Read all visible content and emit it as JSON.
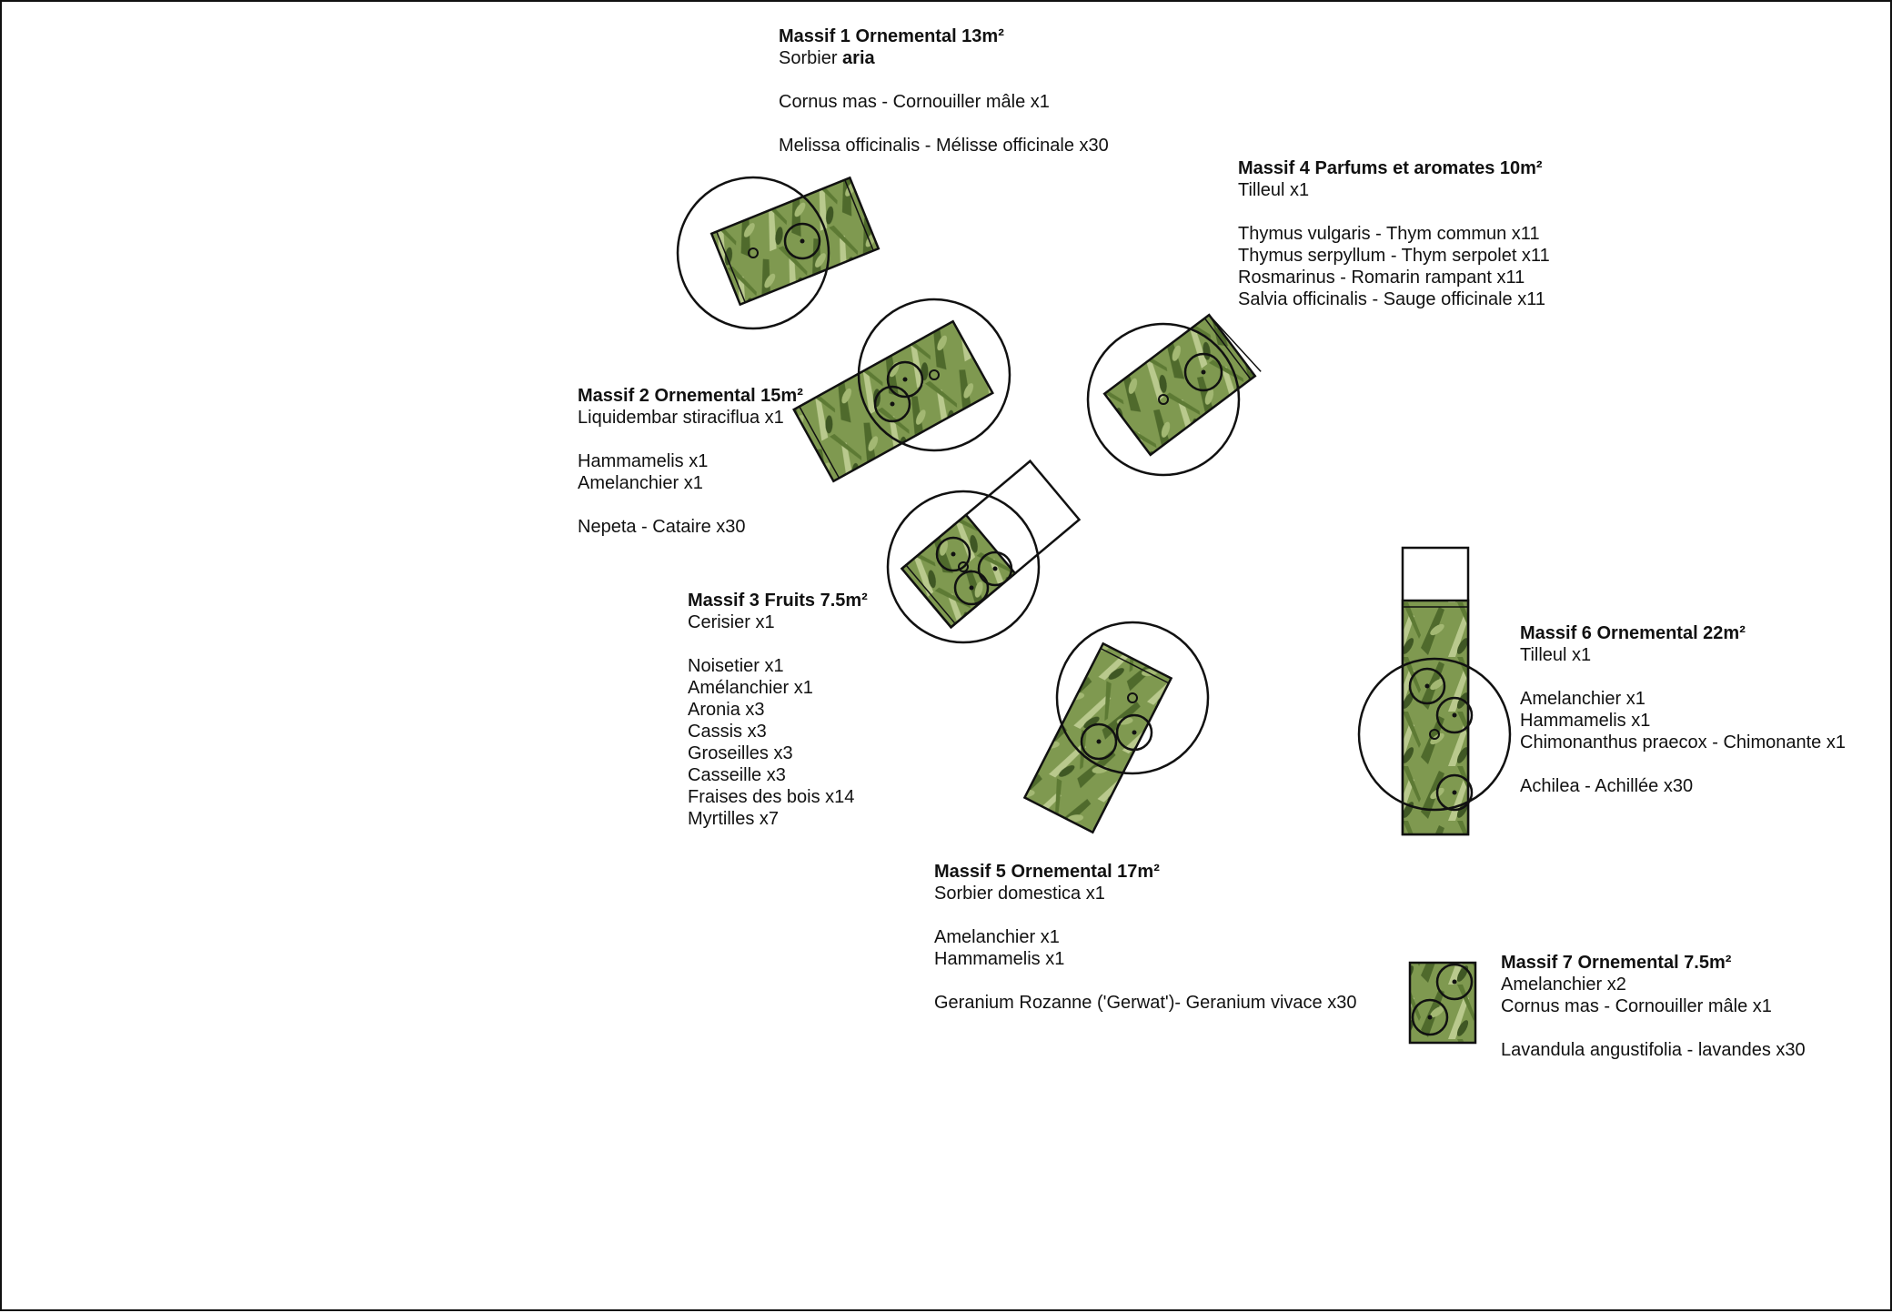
{
  "colors": {
    "background": "#ffffff",
    "line": "#111111",
    "foliage_dark": "#4f6a2c",
    "foliage_mid": "#7f9950",
    "foliage_light": "#b9c98d"
  },
  "massifs": [
    {
      "id": "m1",
      "title": "Massif 1 Ornemental 13m²",
      "tree": {
        "prefix": "Sorbier",
        "bold": "aria"
      },
      "lines": [
        "",
        "Cornus mas -  Cornouiller mâle x1",
        "",
        "Melissa officinalis - Mélisse officinale x30"
      ]
    },
    {
      "id": "m2",
      "title": "Massif 2 Ornemental 15m²",
      "lines": [
        "Liquidembar stiraciflua x1",
        "",
        "Hammamelis x1",
        "Amelanchier x1",
        "",
        "Nepeta - Cataire x30"
      ]
    },
    {
      "id": "m3",
      "title": "Massif 3 Fruits 7.5m²",
      "lines": [
        "Cerisier x1",
        "",
        "Noisetier x1",
        "Amélanchier x1",
        "Aronia x3",
        "Cassis x3",
        "Groseilles x3",
        "Casseille x3",
        "Fraises des bois x14",
        "Myrtilles x7"
      ]
    },
    {
      "id": "m4",
      "title": "Massif 4 Parfums et aromates 10m²",
      "lines": [
        "Tilleul x1",
        "",
        "Thymus vulgaris - Thym commun x11",
        "Thymus serpyllum - Thym serpolet x11",
        "Rosmarinus - Romarin rampant x11",
        "Salvia officinalis - Sauge officinale x11"
      ]
    },
    {
      "id": "m5",
      "title": "Massif 5 Ornemental 17m²",
      "lines": [
        "Sorbier domestica x1",
        "",
        "Amelanchier x1",
        "Hammamelis x1",
        "",
        "Geranium Rozanne ('Gerwat')- Geranium vivace x30"
      ]
    },
    {
      "id": "m6",
      "title": "Massif 6 Ornemental 22m²",
      "lines": [
        "Tilleul x1",
        "",
        "Amelanchier x1",
        "Hammamelis x1",
        "Chimonanthus praecox - Chimonante x1",
        "",
        "Achilea - Achillée x30"
      ]
    },
    {
      "id": "m7",
      "title": "Massif 7 Ornemental 7.5m²",
      "lines": [
        "Amelanchier x2",
        "Cornus mas - Cornouiller mâle x1",
        "",
        "Lavandula angustifolia - lavandes x30"
      ]
    }
  ]
}
